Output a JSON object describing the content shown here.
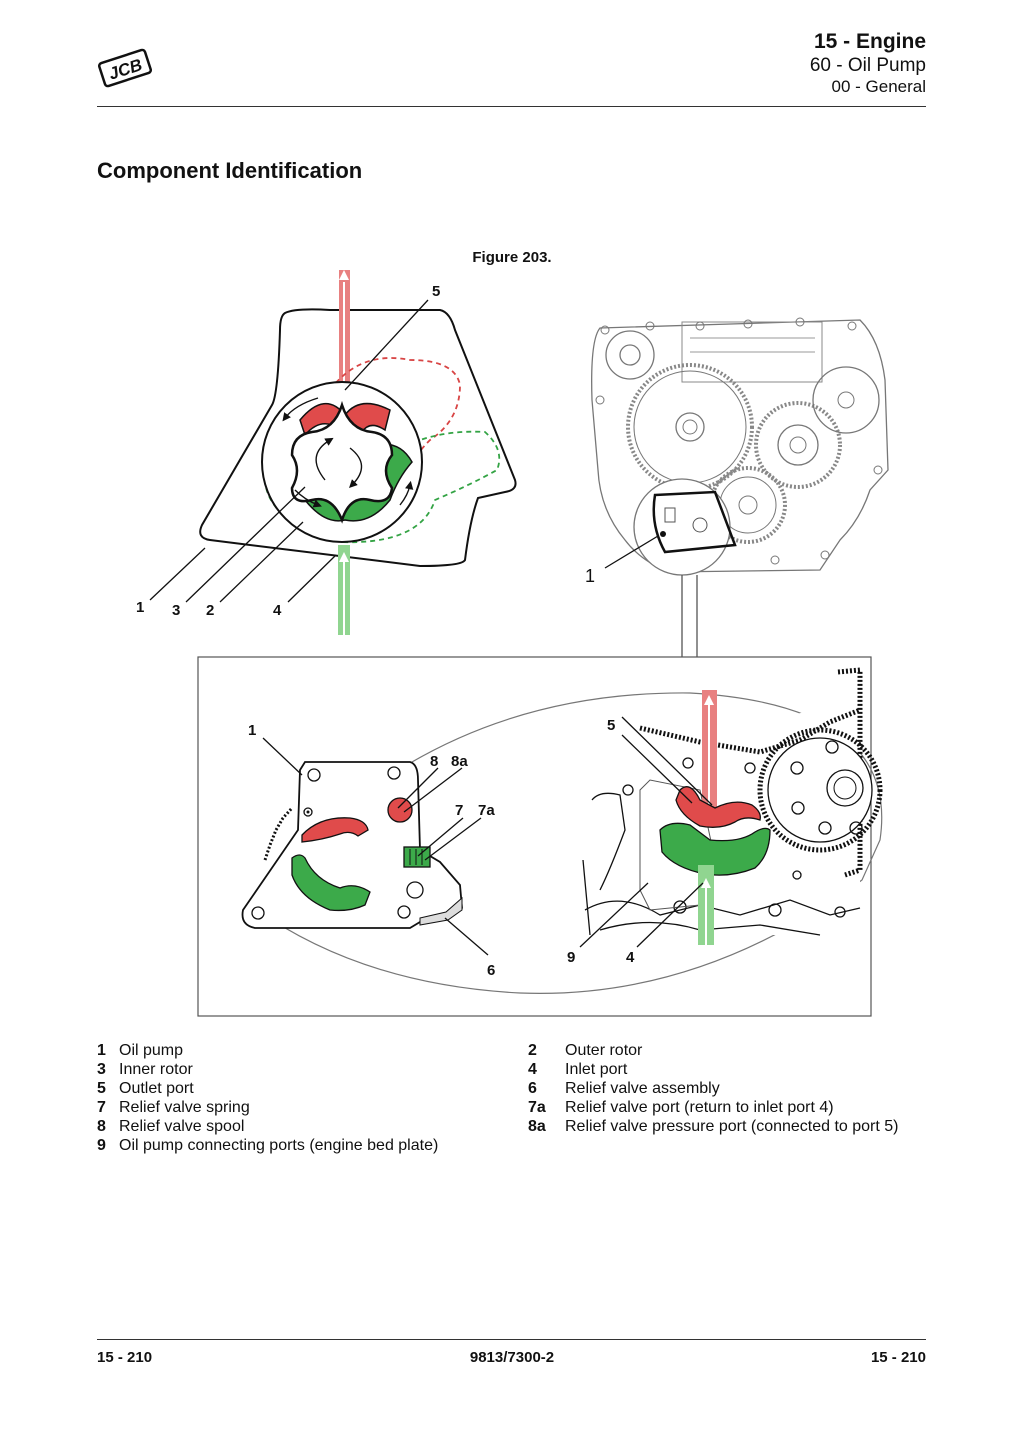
{
  "header": {
    "logo_text": "JCB",
    "chapter": "15 - Engine",
    "section": "60 - Oil Pump",
    "subsection": "00 - General"
  },
  "title": "Component Identification",
  "figure": {
    "caption": "Figure 203.",
    "callouts": [
      "1",
      "2",
      "3",
      "4",
      "5",
      "6",
      "7",
      "7a",
      "8",
      "8a",
      "9"
    ],
    "colors": {
      "outlet_pressure": "#e04b4b",
      "inlet_suction": "#3caa4a",
      "outlet_flow_arrow": "#e88080",
      "inlet_flow_arrow": "#90d590"
    }
  },
  "legend": [
    {
      "num": "1",
      "text": "Oil pump"
    },
    {
      "num": "2",
      "text": "Outer rotor"
    },
    {
      "num": "3",
      "text": "Inner rotor"
    },
    {
      "num": "4",
      "text": "Inlet port"
    },
    {
      "num": "5",
      "text": "Outlet port"
    },
    {
      "num": "6",
      "text": "Relief valve assembly"
    },
    {
      "num": "7",
      "text": "Relief valve spring"
    },
    {
      "num": "7a",
      "text": "Relief valve port (return to inlet port 4)"
    },
    {
      "num": "8",
      "text": "Relief valve spool"
    },
    {
      "num": "8a",
      "text": "Relief valve pressure port (connected to port 5)"
    },
    {
      "num": "9",
      "text": "Oil pump connecting ports (engine bed plate)"
    }
  ],
  "footer": {
    "left": "15 - 210",
    "center": "9813/7300-2",
    "right": "15 - 210"
  }
}
